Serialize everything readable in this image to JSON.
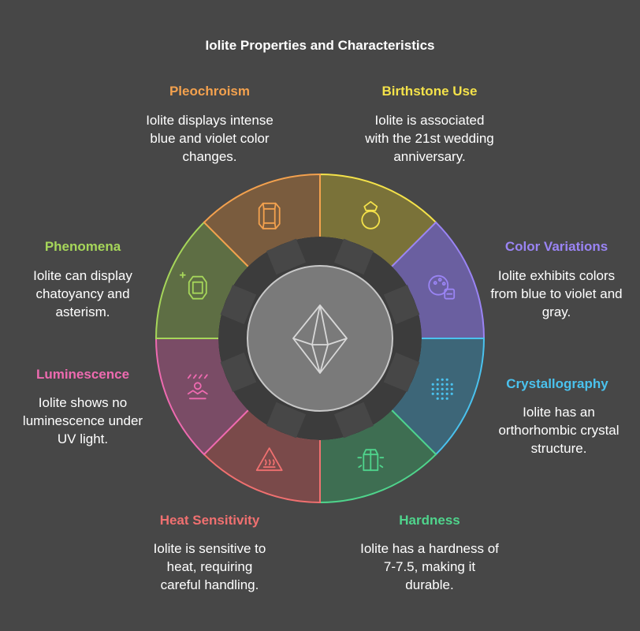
{
  "title": "Iolite Properties and Characteristics",
  "center_icon": "gem-icon",
  "segments": [
    {
      "id": "birthstone",
      "label": "Birthstone Use",
      "description": "Iolite is associated with the 21st wedding anniversary.",
      "color": "#f4e24a",
      "fill": "#7a7239",
      "icon": "ring-icon"
    },
    {
      "id": "color",
      "label": "Color Variations",
      "description": "Iolite exhibits colors from blue to violet and gray.",
      "color": "#9a84f4",
      "fill": "#6a5fa0",
      "icon": "palette-icon"
    },
    {
      "id": "crystallography",
      "label": "Crystallography",
      "description": "Iolite has an orthorhombic crystal structure.",
      "color": "#4ac2ee",
      "fill": "#3d6678",
      "icon": "crystal-lattice-icon"
    },
    {
      "id": "hardness",
      "label": "Hardness",
      "description": "Iolite has a hardness of 7-7.5, making it durable.",
      "color": "#4fd48c",
      "fill": "#3e6e52",
      "icon": "crystal-icon"
    },
    {
      "id": "heat",
      "label": "Heat Sensitivity",
      "description": "Iolite is sensitive to heat, requiring careful handling.",
      "color": "#f07070",
      "fill": "#7a4a4a",
      "icon": "heat-warning-icon"
    },
    {
      "id": "luminescence",
      "label": "Luminescence",
      "description": "Iolite shows no luminescence under UV light.",
      "color": "#ee6ab0",
      "fill": "#7a4c66",
      "icon": "uv-light-icon"
    },
    {
      "id": "phenomena",
      "label": "Phenomena",
      "description": "Iolite can display chatoyancy and asterism.",
      "color": "#a6d65a",
      "fill": "#5e6e44",
      "icon": "sparkling-gem-icon"
    },
    {
      "id": "pleochroism",
      "label": "Pleochroism",
      "description": "Iolite displays intense blue and violet color changes.",
      "color": "#f3a14e",
      "fill": "#7a5c3e",
      "icon": "emerald-cut-gem-icon"
    }
  ]
}
